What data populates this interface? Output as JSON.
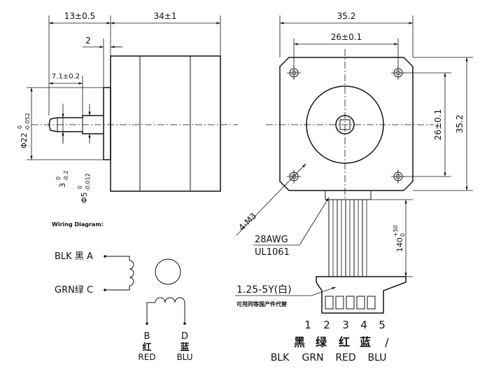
{
  "side_view": {
    "dim_shaft_len": "13±0.5",
    "dim_body_len": "34±1",
    "dim_flange": "2",
    "dim_flat_len": "7.1±0.2",
    "dim_pilot_dia": "Φ22",
    "dim_pilot_tol_up": "0",
    "dim_pilot_tol_down": "-0.052",
    "dim_flat_depth": "3",
    "dim_flat_tol_up": "0",
    "dim_flat_tol_down": "-0.2",
    "dim_shaft_dia": "Φ5",
    "dim_shaft_tol_up": "0",
    "dim_shaft_tol_down": "-0.012"
  },
  "front_view": {
    "dim_width": "35.2",
    "dim_hole_spacing_h": "26±0.1",
    "dim_hole_spacing_v": "26±0.1",
    "dim_height": "35.2",
    "screw_label": "4-M3",
    "wire_gauge": "28AWG",
    "wire_spec": "UL1061",
    "lead_length": "140",
    "lead_tol_up": "+50",
    "lead_tol_down": "0",
    "connector_label": "1.25-5Y(白)",
    "connector_note": "可用同等国产件代替",
    "pin_numbers": [
      "1",
      "2",
      "3",
      "4",
      "5"
    ],
    "color_cn": [
      "黑",
      "绿",
      "红",
      "蓝",
      "/"
    ],
    "color_en": [
      "BLK",
      "GRN",
      "RED",
      "BLU"
    ]
  },
  "wiring": {
    "title": "Wiring Diagram:",
    "blk_label": "BLK 黑 A",
    "grn_label": "GRN绿 C",
    "b_letter": "B",
    "b_cn": "红",
    "b_en": "RED",
    "d_letter": "D",
    "d_cn": "蓝",
    "d_en": "BLU"
  }
}
